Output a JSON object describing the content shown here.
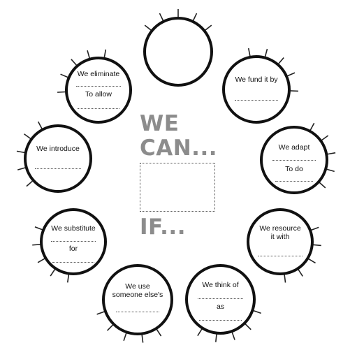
{
  "heading": {
    "line1": "WE",
    "line2": "CAN...",
    "line3": "IF..."
  },
  "nodes": [
    {
      "id": "top",
      "lines": []
    },
    {
      "id": "fund",
      "lines": [
        "We fund it by"
      ]
    },
    {
      "id": "adapt",
      "lines": [
        "We adapt",
        "To do"
      ]
    },
    {
      "id": "resource",
      "lines": [
        "We resource",
        "it with"
      ]
    },
    {
      "id": "think",
      "lines": [
        "We think of",
        "as"
      ]
    },
    {
      "id": "use",
      "lines": [
        "We use",
        "someone else's"
      ]
    },
    {
      "id": "substitute",
      "lines": [
        "We substitute",
        "for"
      ]
    },
    {
      "id": "introduce",
      "lines": [
        "We introduce"
      ]
    },
    {
      "id": "eliminate",
      "lines": [
        "We eliminate",
        "To allow"
      ]
    }
  ]
}
